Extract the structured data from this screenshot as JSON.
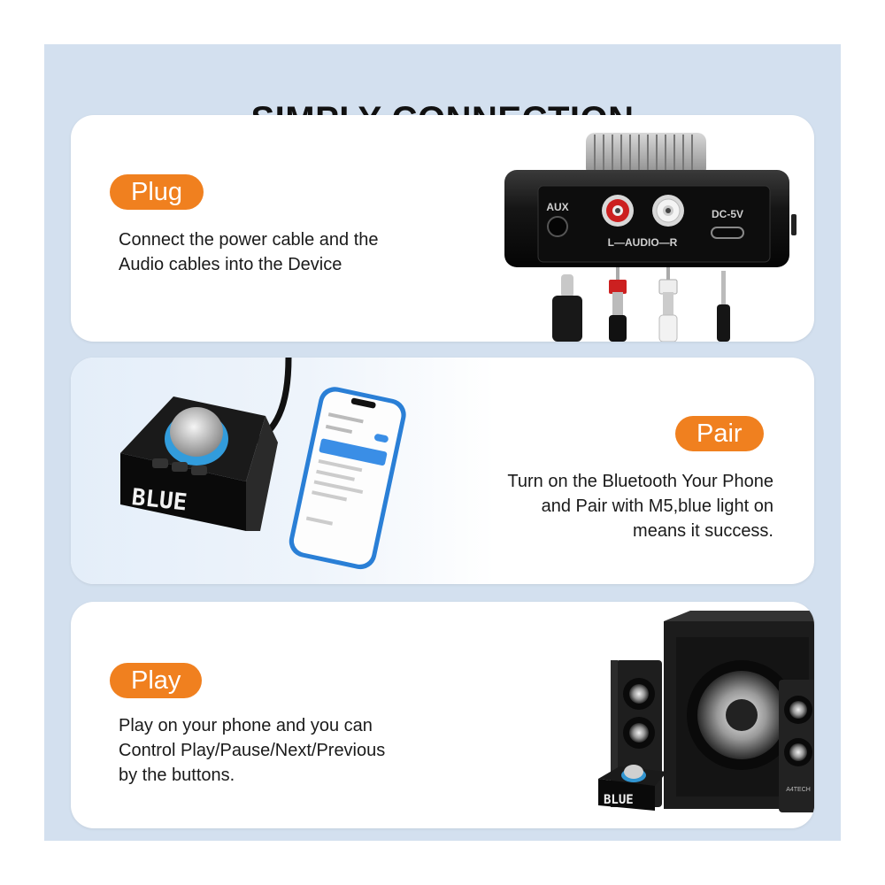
{
  "title": "SIMPLY CONNECTION",
  "steps": [
    {
      "label": "Plug",
      "lines": [
        "Connect the power cable and  the",
        "Audio cables into the Device"
      ],
      "device_labels": {
        "aux": "AUX",
        "audio": "L—AUDIO—R",
        "dc": "DC-5V"
      }
    },
    {
      "label": "Pair",
      "lines": [
        "Turn on the Bluetooth Your Phone",
        "and Pair with M5,blue light on",
        "means it success."
      ],
      "display_text": "BLUE"
    },
    {
      "label": "Play",
      "lines": [
        "Play on your phone and you can",
        "Control Play/Pause/Next/Previous",
        "by the buttons."
      ],
      "display_text": "BLUE",
      "speaker_brand": "A4TECH"
    }
  ],
  "colors": {
    "accent": "#f0801f",
    "frame": "#d3e0ef",
    "card": "#ffffff",
    "device_blue": "#37b4ff"
  }
}
